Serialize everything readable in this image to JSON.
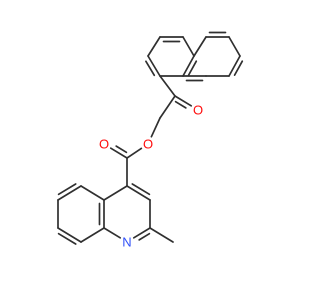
{
  "molecule": {
    "atoms": [
      {
        "id": "O_ketone",
        "symbol": "O",
        "color": "#ff0d0d"
      },
      {
        "id": "O_ester",
        "symbol": "O",
        "color": "#ff0d0d"
      },
      {
        "id": "O_carbonyl",
        "symbol": "O",
        "color": "#ff0d0d"
      },
      {
        "id": "N_ring",
        "symbol": "N",
        "color": "#3050f8"
      }
    ],
    "bond_color": "#303030"
  }
}
